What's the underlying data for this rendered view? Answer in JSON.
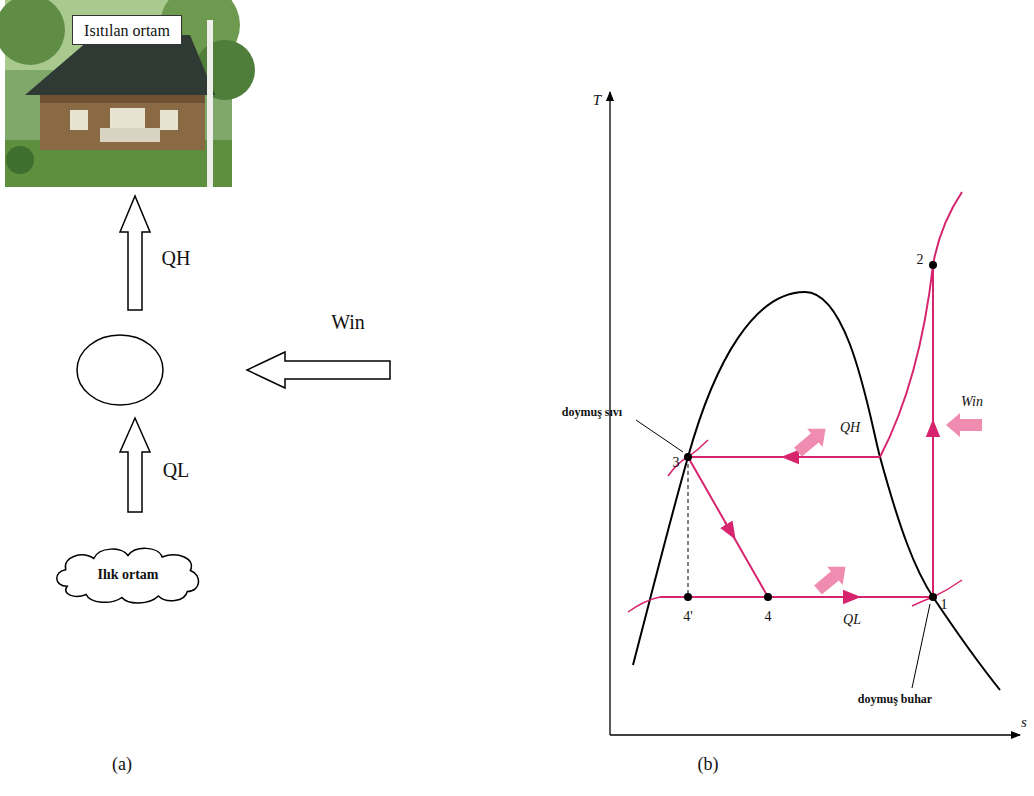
{
  "diagram": {
    "nodes": [
      {
        "text": [
          "Isıtılan ortam"
        ]
      },
      {
        "text": [
          "Ilık ortam"
        ]
      }
    ],
    "labels": [
      "QH",
      "Win",
      "QL",
      "T",
      "s",
      "doymuş sıvı",
      "3",
      "4'",
      "4",
      "QH",
      "QL",
      "Win",
      "2",
      "1",
      "doymuş buhar",
      "(a)",
      "(b)"
    ]
  }
}
